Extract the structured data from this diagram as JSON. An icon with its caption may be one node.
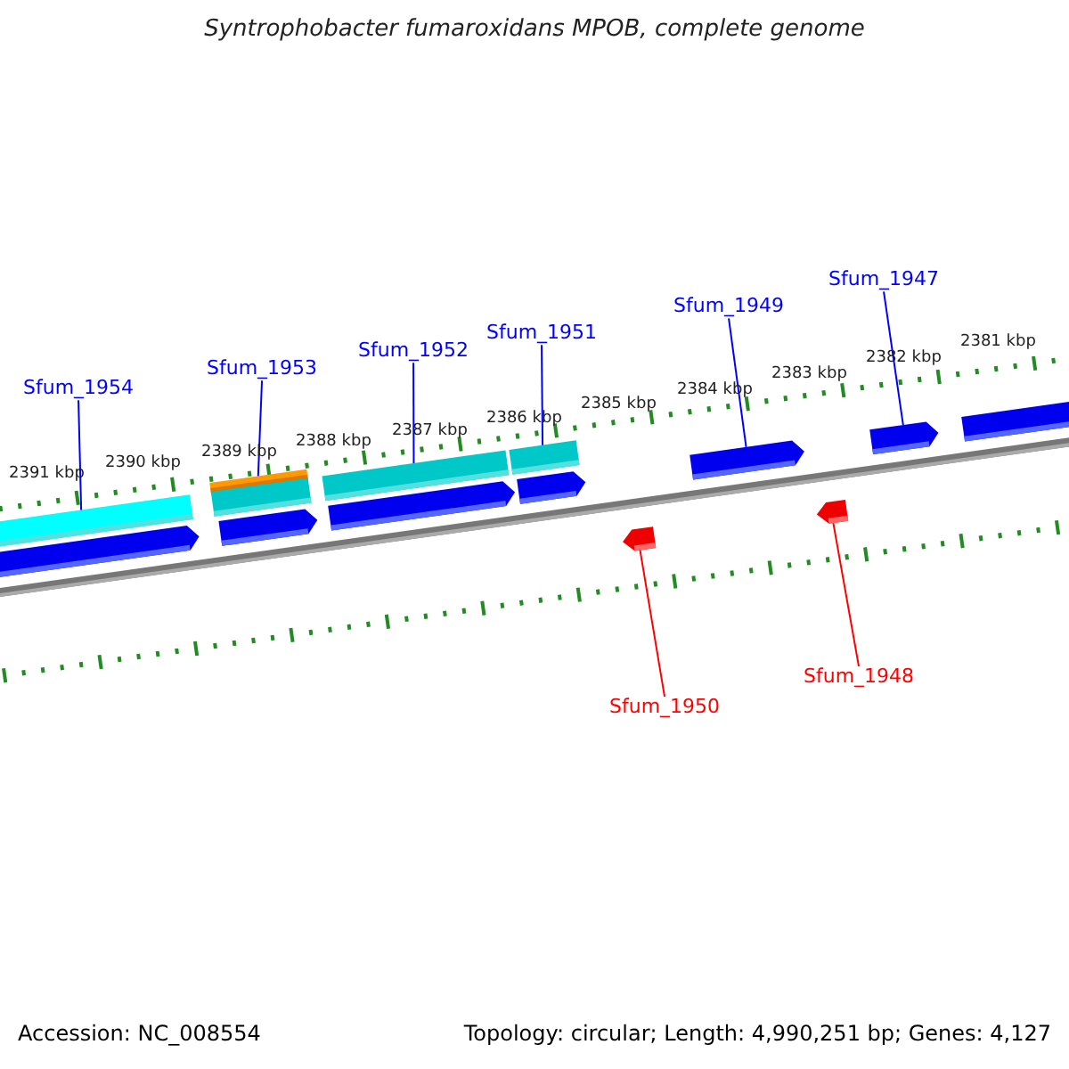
{
  "diagram": {
    "title": "Syntrophobacter fumaroxidans MPOB, complete genome",
    "nodes": [
      {
        "text": [
          "Sfum_1954"
        ]
      },
      {
        "text": [
          "Sfum_1953"
        ]
      },
      {
        "text": [
          "Sfum_1952"
        ]
      },
      {
        "text": [
          "Sfum_1951"
        ]
      },
      {
        "text": [
          "Sfum_1949"
        ]
      },
      {
        "text": [
          "Sfum_1947"
        ]
      },
      {
        "text": [
          "Sfum_1950"
        ]
      },
      {
        "text": [
          "Sfum_1948"
        ]
      },
      {
        "text": [],
        "shape": "bar"
      },
      {
        "text": [],
        "shape": "bar"
      },
      {
        "text": [],
        "shape": "bar"
      },
      {
        "text": [],
        "shape": "bar"
      },
      {
        "text": [],
        "shape": "arrow"
      },
      {
        "text": [],
        "shape": "arrow"
      },
      {
        "text": [],
        "shape": "arrow"
      },
      {
        "text": [],
        "shape": "arrow"
      },
      {
        "text": [],
        "shape": "arrow"
      },
      {
        "text": [],
        "shape": "arrow"
      },
      {
        "text": [],
        "shape": "arrow"
      },
      {
        "text": [],
        "shape": "arrow"
      },
      {
        "text": [],
        "shape": "arrow"
      },
      {
        "text": [],
        "shape": "bar"
      }
    ],
    "edges": [
      {
        "from": 0,
        "to": 8,
        "arrow": "none"
      },
      {
        "from": 1,
        "to": 9,
        "arrow": "none"
      },
      {
        "from": 2,
        "to": 10,
        "arrow": "none"
      },
      {
        "from": 3,
        "to": 11,
        "arrow": "none"
      },
      {
        "from": 4,
        "to": 12,
        "arrow": "none"
      },
      {
        "from": 5,
        "to": 13,
        "arrow": "none"
      },
      {
        "from": 6,
        "to": 14,
        "arrow": "none",
        "color": "#ff0000"
      },
      {
        "from": 7,
        "to": 15,
        "arrow": "none",
        "color": "#ff0000"
      }
    ],
    "labels": [
      "2391 kbp",
      "2390 kbp",
      "2389 kbp",
      "2388 kbp",
      "2387 kbp",
      "2386 kbp",
      "2385 kbp",
      "2384 kbp",
      "2383 kbp",
      "2382 kbp",
      "2381 kbp",
      "Accession: NC_008554",
      "Topology: circular; Length: 4,990,251 bp; Genes: 4,127"
    ]
  }
}
